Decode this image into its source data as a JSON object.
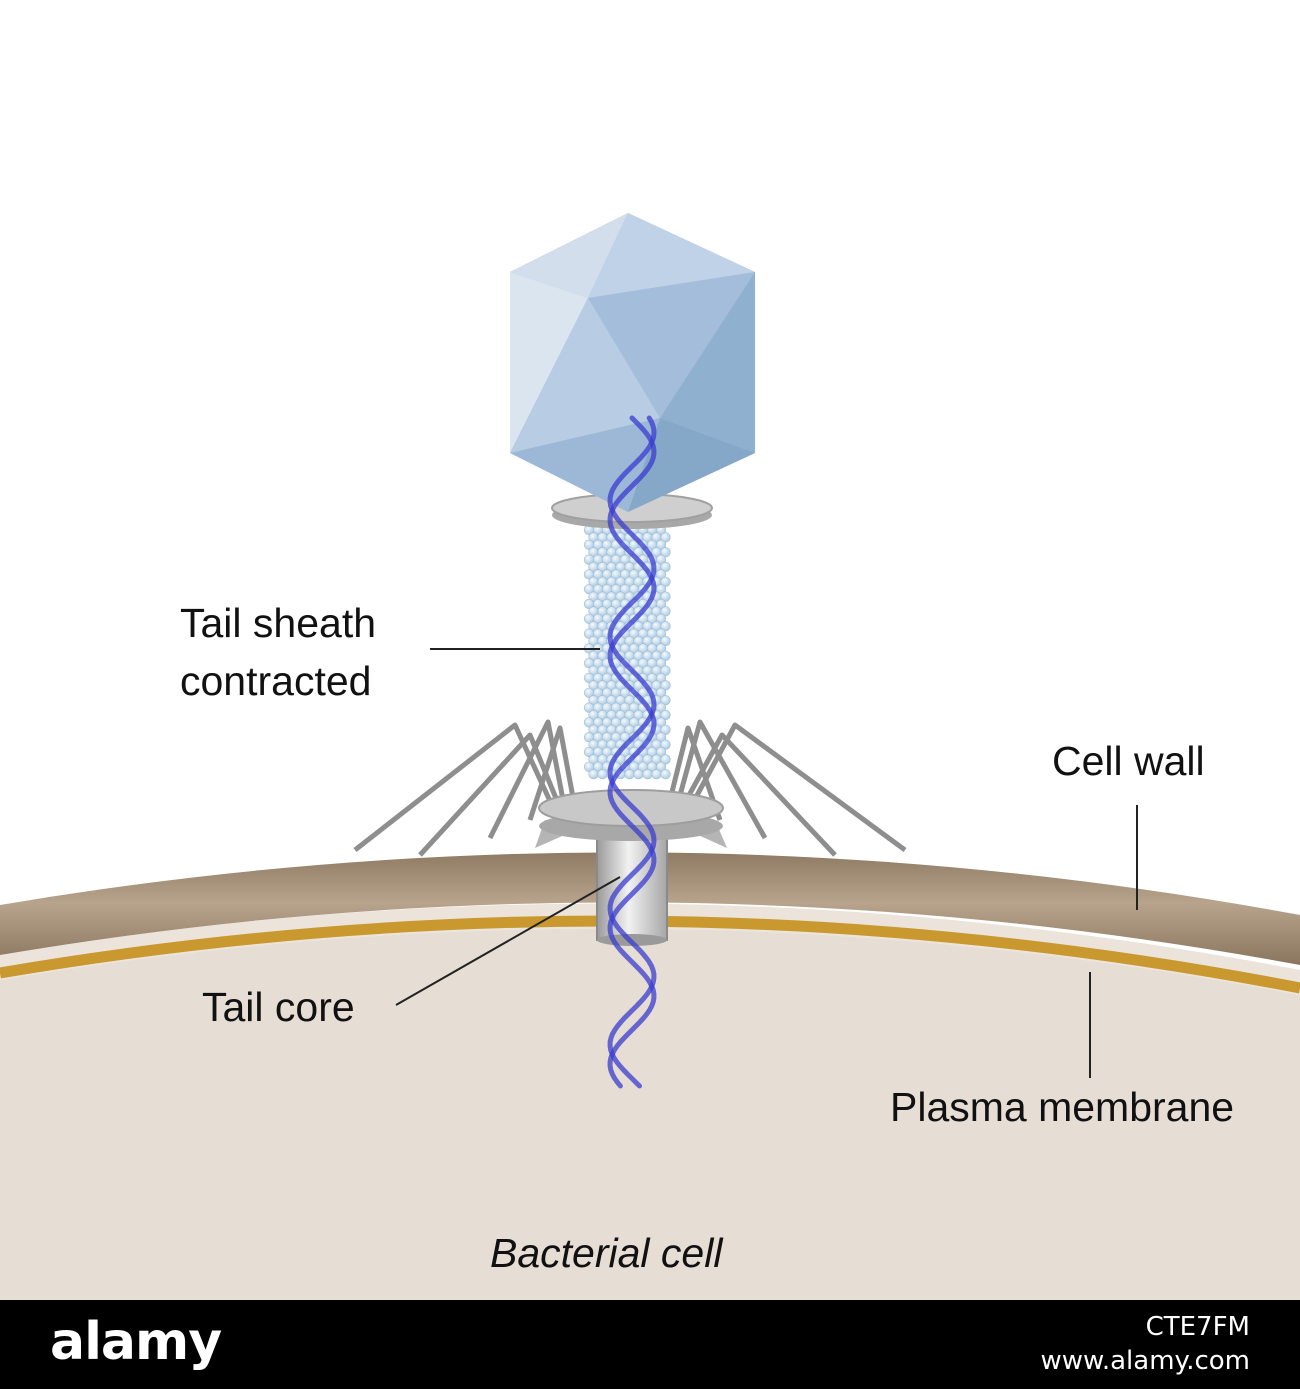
{
  "labels": {
    "tail_sheath_line1": "Tail sheath",
    "tail_sheath_line2": "contracted",
    "cell_wall": "Cell wall",
    "tail_core": "Tail core",
    "plasma_membrane": "Plasma membrane",
    "bacterial_cell": "Bacterial cell"
  },
  "footer": {
    "logo": "alamy",
    "image_id": "CTE7FM",
    "site": "www.alamy.com"
  },
  "colors": {
    "cytoplasm": "#e6ddd4",
    "cell_wall": "#a8927a",
    "plasma_membrane": "#c9982e",
    "capsid": "#a9c1dd",
    "dna": "#3a3ccf",
    "tail_fibers": "#8e8e8e",
    "sheath_beads": "#c7dcec"
  }
}
